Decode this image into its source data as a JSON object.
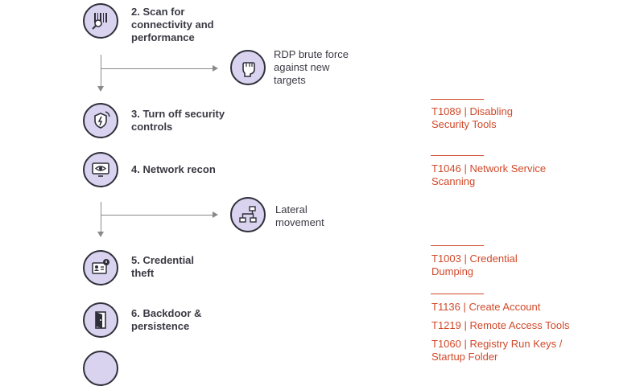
{
  "steps": {
    "scan": "2. Scan for\nconnectivity and\nperformance",
    "security": "3. Turn off security\ncontrols",
    "recon": "4. Network recon",
    "credential": "5. Credential\ntheft",
    "backdoor": "6. Backdoor &\npersistence"
  },
  "branches": {
    "rdp": "RDP brute force\nagainst new\ntargets",
    "lateral": "Lateral\nmovement"
  },
  "techniques": {
    "t1089": "T1089 | Disabling\nSecurity Tools",
    "t1046": "T1046 | Network Service\nScanning",
    "t1003": "T1003 | Credential\nDumping",
    "t1136": "T1136 | Create Account",
    "t1219": "T1219 | Remote Access Tools",
    "t1060": "T1060 | Registry Run Keys /\nStartup Folder"
  },
  "colors": {
    "circle_fill": "#d9d3ef",
    "technique_text": "#d1492a",
    "connector": "#8a8a8a"
  },
  "icons": {
    "scan": "barcode-scan-icon",
    "rdp": "fist-icon",
    "security": "shield-off-icon",
    "recon": "eye-monitor-icon",
    "lateral": "network-icon",
    "credential": "id-card-alert-icon",
    "backdoor": "door-icon",
    "next": "partial-circle-icon"
  }
}
